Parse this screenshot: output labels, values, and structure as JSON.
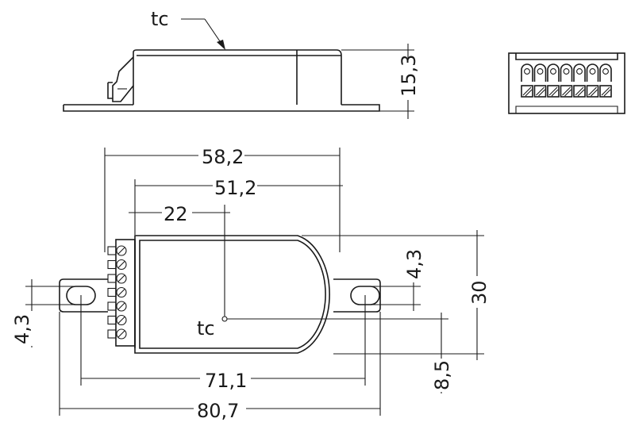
{
  "labels": {
    "tc_top": "tc",
    "tc_plan": "tc",
    "dim_height": "15,3",
    "dim_58_2": "58,2",
    "dim_51_2": "51,2",
    "dim_22": "22",
    "dim_4_3_right": "4,3",
    "dim_30": "30",
    "dim_4_3_left": "4,3",
    "dim_71_1": "71,1",
    "dim_8_5": "8,5",
    "dim_80_7": "80,7"
  },
  "colors": {
    "line": "#1a1a1a",
    "background": "#ffffff"
  },
  "connector_terminals": 7
}
